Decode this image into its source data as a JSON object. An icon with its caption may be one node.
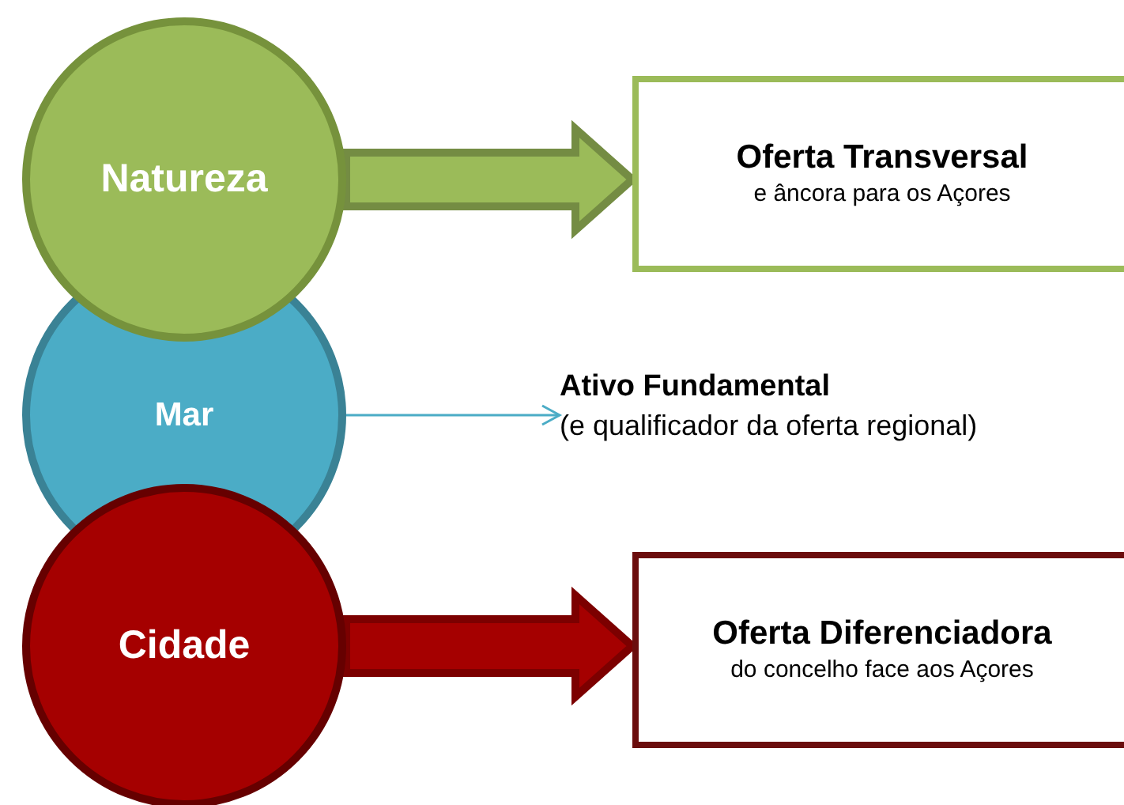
{
  "diagram": {
    "nodes": [
      {
        "text": [
          "Natureza"
        ]
      },
      {
        "text": [
          "Oferta Transversal",
          "e âncora para os Açores"
        ]
      },
      {
        "text": [
          "Mar"
        ]
      },
      {
        "text": [
          "Ativo Fundamental",
          "(e qualificador da oferta regional)"
        ]
      },
      {
        "text": [
          "Cidade"
        ]
      },
      {
        "text": [
          "Oferta Diferenciadora",
          "do concelho face aos Açores"
        ]
      }
    ],
    "edges": [
      {
        "from": 0,
        "to": 1,
        "arrow": "to",
        "style": "thick",
        "color": "#9bbb59"
      },
      {
        "from": 2,
        "to": 3,
        "arrow": "to",
        "color": "#4bacc6"
      },
      {
        "from": 4,
        "to": 5,
        "arrow": "to",
        "style": "thick",
        "color": "#a50000"
      }
    ]
  }
}
